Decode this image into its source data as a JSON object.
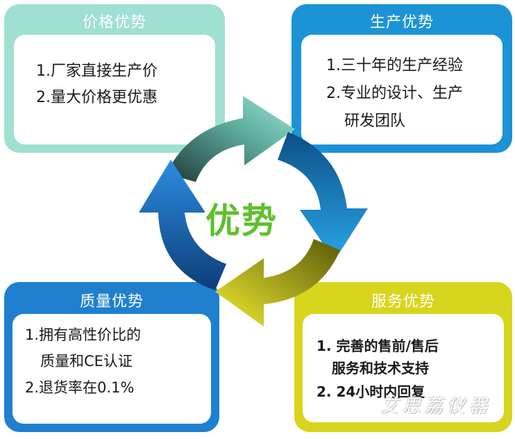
{
  "center_label": "优势",
  "panels": {
    "price": {
      "title": "价格优势",
      "lines": [
        "1.厂家直接生产价",
        "2.量大价格更优惠"
      ]
    },
    "production": {
      "title": "生产优势",
      "lines": [
        "1.三十年的生产经验",
        "2.专业的设计、生产",
        "研发团队"
      ]
    },
    "quality": {
      "title": "质量优势",
      "lines": [
        "1.拥有高性价比的",
        "质量和CE认证",
        "2.退货率在0.1%"
      ]
    },
    "service": {
      "title": "服务优势",
      "lines": [
        "1. 完善的售前/售后",
        "服务和技术支持",
        "2. 24小时内回复"
      ]
    }
  },
  "watermark": "艾思荔仪器",
  "colors": {
    "price": "#9fe0d2",
    "production": "#1c93d6",
    "quality": "#1f80d0",
    "service": "#d8d51e",
    "center": "#5fbf2e"
  }
}
